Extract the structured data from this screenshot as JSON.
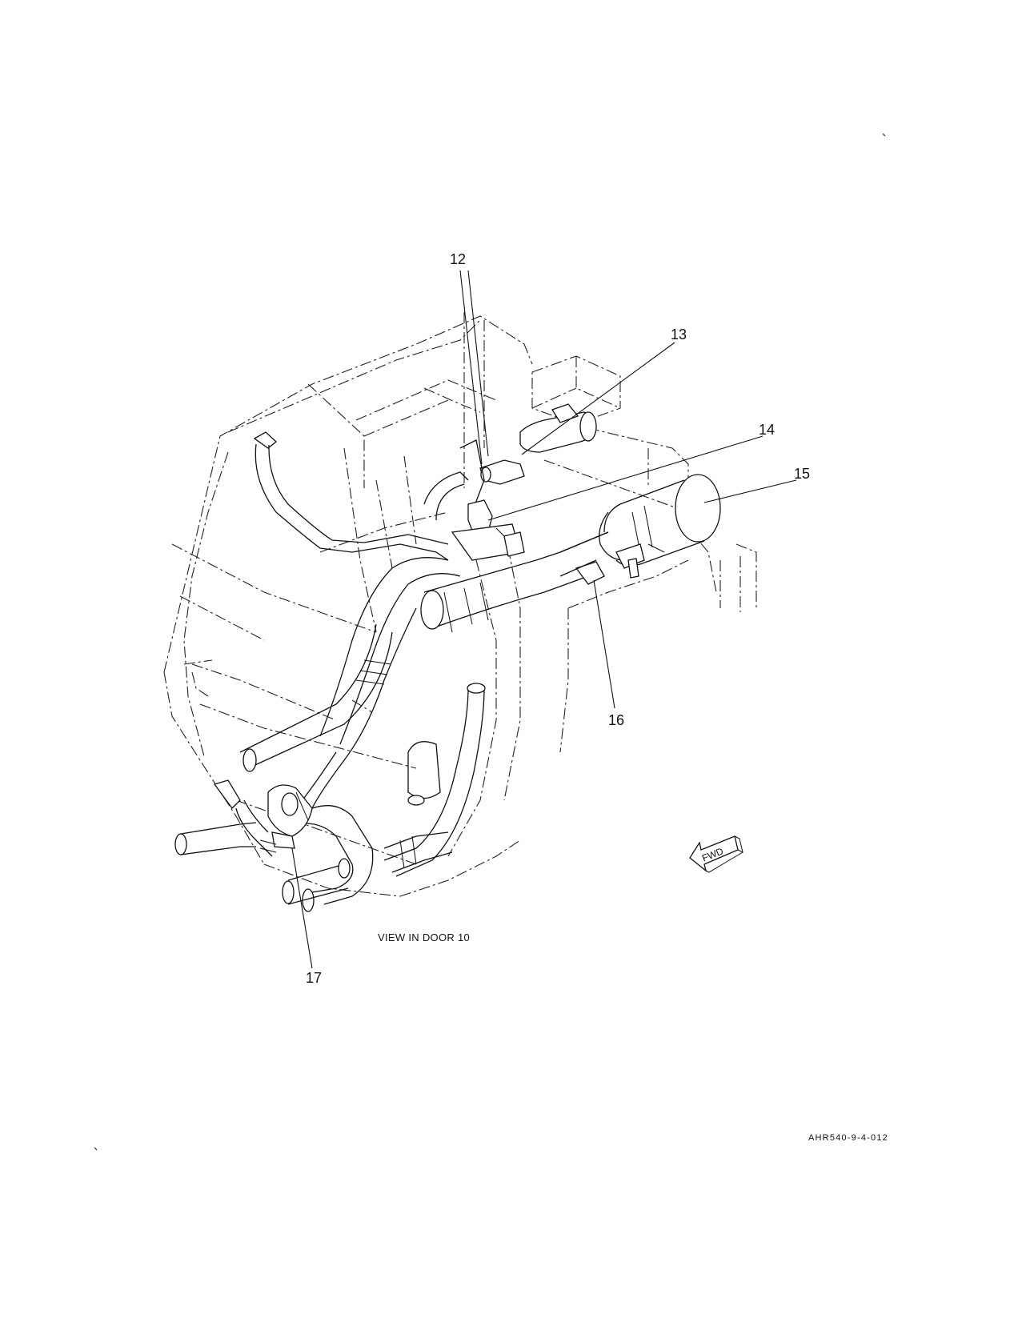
{
  "callouts": [
    {
      "id": "12",
      "label": "12"
    },
    {
      "id": "13",
      "label": "13"
    },
    {
      "id": "14",
      "label": "14"
    },
    {
      "id": "15",
      "label": "15"
    },
    {
      "id": "16",
      "label": "16"
    },
    {
      "id": "17",
      "label": "17"
    }
  ],
  "caption": "VIEW IN DOOR 10",
  "figure_id": "AHR540-9-4-012",
  "direction_arrow": {
    "label": "FWD"
  },
  "icons": [
    "fwd-arrow-icon"
  ]
}
